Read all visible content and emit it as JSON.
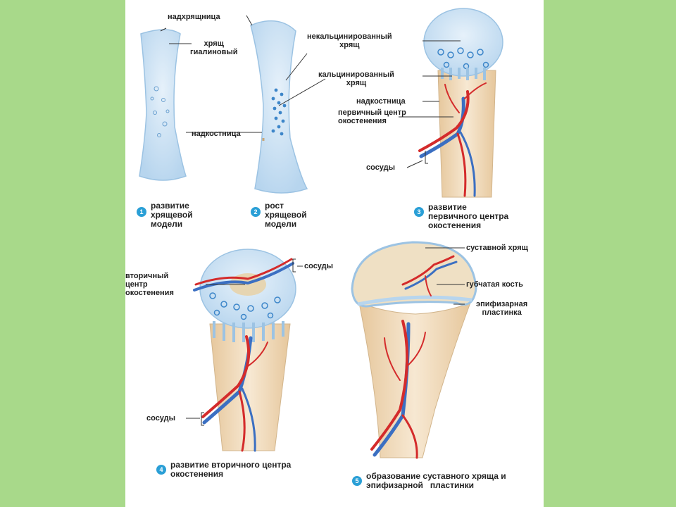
{
  "labels": {
    "nadhryashchnitsa": "надхрящница",
    "hryashch_gialinovy": "хрящ\nгиалиновый",
    "nadkostnitsa_1": "надкостница",
    "nekaltsinirovanny": "некальцинированный\nхрящ",
    "kaltsinirovanny": "кальцинированный\nхрящ",
    "nadkostnitsa_2": "надкостница",
    "pervichny_tsentr": "первичный центр\nокостенения",
    "sosudy_1": "сосуды",
    "vtorichny_tsentr": "вторичный\nцентр\nокостенения",
    "sosudy_2": "сосуды",
    "sosudy_3": "сосуды",
    "sustavnoy_hryashch": "суставной хрящ",
    "gubchataya_kost": "губчатая кость",
    "epifizarnaya": "эпифизарная\nпластинка"
  },
  "steps": [
    {
      "num": "1",
      "caption": "развитие\nхрящевой\nмодели"
    },
    {
      "num": "2",
      "caption": "рост\nхрящевой\nмодели"
    },
    {
      "num": "3",
      "caption": "развитие\nпервичного центра\nокостенения"
    },
    {
      "num": "4",
      "caption": "развитие вторичного центра\nокостенения"
    },
    {
      "num": "5",
      "caption": "образование суставного хряща и\nэпифизарной   пластинки"
    }
  ],
  "colors": {
    "background": "#a8d98a",
    "cartilage": "#cde3f3",
    "bone": "#f1dcbe",
    "artery": "#d42b2b",
    "vein": "#3b6fc2"
  }
}
